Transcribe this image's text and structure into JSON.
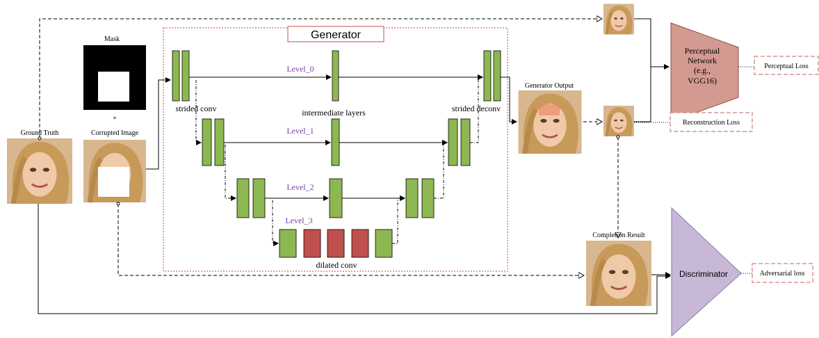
{
  "generator_title": "Generator",
  "labels": {
    "mask": "Mask",
    "plus": "+",
    "ground_truth": "Ground Truth",
    "corrupted_image": "Corrupted Image",
    "strided_conv": "strided conv",
    "intermediate_layers": "intermediate layers",
    "strided_deconv": "strided deconv",
    "dilated_conv": "dilated conv",
    "generator_output": "Generator Output",
    "completion_result": "Completion Result"
  },
  "levels": [
    "Level_0",
    "Level_1",
    "Level_2",
    "Level_3"
  ],
  "perceptual_network": [
    "Perceptual",
    "Network",
    "(e.g.,",
    "VGG16)"
  ],
  "discriminator": "Discriminator",
  "losses": {
    "perceptual": "Perceptual Loss",
    "reconstruction": "Reconstruction Loss",
    "adversarial": "Adversarial loss"
  },
  "colors": {
    "block_green": "#8db750",
    "block_red": "#c0504d",
    "generator_border": "#c0504d",
    "level_text": "#7a3fa0",
    "perceptual_fill": "#d29a90",
    "discriminator_fill": "#c8b8d8",
    "loss_border": "#d99694"
  }
}
